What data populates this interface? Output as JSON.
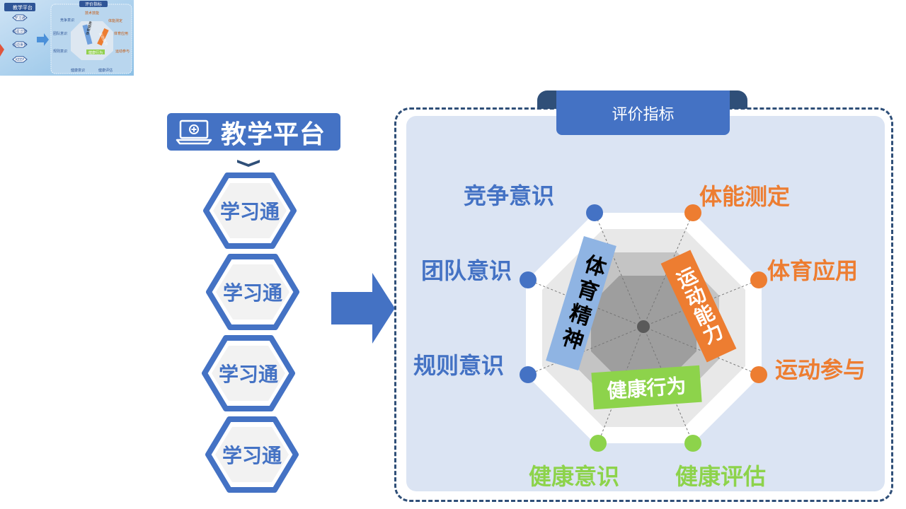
{
  "thumbnail": {
    "header": "教学平台",
    "items": [
      "学习通",
      "超星泛雅",
      "运动世界",
      "KEEP"
    ],
    "title": "评价指标",
    "labels": [
      "竞争意识",
      "团队意识",
      "规则意识",
      "技术技能",
      "体能测定",
      "体育应用",
      "运动参与",
      "健康意识",
      "健康评估"
    ],
    "bands": [
      "体育精神",
      "运动能力",
      "健康行为"
    ]
  },
  "left": {
    "header": "教学平台",
    "items": [
      "学习通",
      "学习通",
      "学习通",
      "学习通"
    ]
  },
  "panel": {
    "title": "评价指标",
    "labels": {
      "competition": "竞争意识",
      "teamwork": "团队意识",
      "rules": "规则意识",
      "fitness_test": "体能测定",
      "pe_application": "体育应用",
      "sports_participation": "运动参与",
      "health_awareness": "健康意识",
      "health_assessment": "健康评估"
    },
    "bands": {
      "sports_spirit": "体育精神",
      "motor_ability": "运动能力",
      "health_behavior": "健康行为"
    }
  },
  "colors": {
    "blue": "#4472c4",
    "orange": "#ed7d31",
    "green": "#8dd34b",
    "dark_navy": "#2f4f78",
    "panel_bg": "#dbe4f3"
  }
}
